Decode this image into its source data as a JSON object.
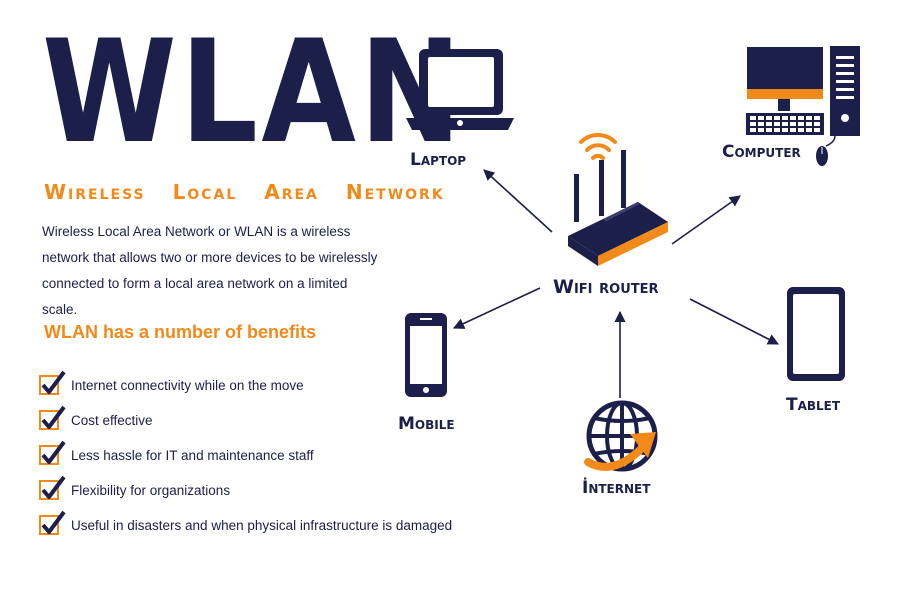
{
  "title": "WLAN",
  "subtitle": "Wireless Local Area Network",
  "description": "Wireless Local Area Network or WLAN is a wireless network that allows two or more devices to be wirelessly connected to form a local area network on a limited scale.",
  "benefits_heading": "WLAN has a number of benefits",
  "benefits": [
    "Internet connectivity while on the move",
    "Cost effective",
    "Less hassle for IT and maintenance staff",
    "Flexibility for organizations",
    "Useful in disasters and when physical infrastructure is damaged"
  ],
  "nodes": {
    "laptop": "Laptop",
    "computer": "Computer",
    "router": "Wifi router",
    "mobile": "Mobile",
    "tablet": "Tablet",
    "internet": "İnternet"
  },
  "colors": {
    "navy": "#1b1f4a",
    "orange": "#f28a1a"
  },
  "icons": [
    "laptop-icon",
    "computer-icon",
    "router-icon",
    "wifi-signal-icon",
    "mobile-icon",
    "tablet-icon",
    "globe-icon",
    "checkmark-icon"
  ]
}
